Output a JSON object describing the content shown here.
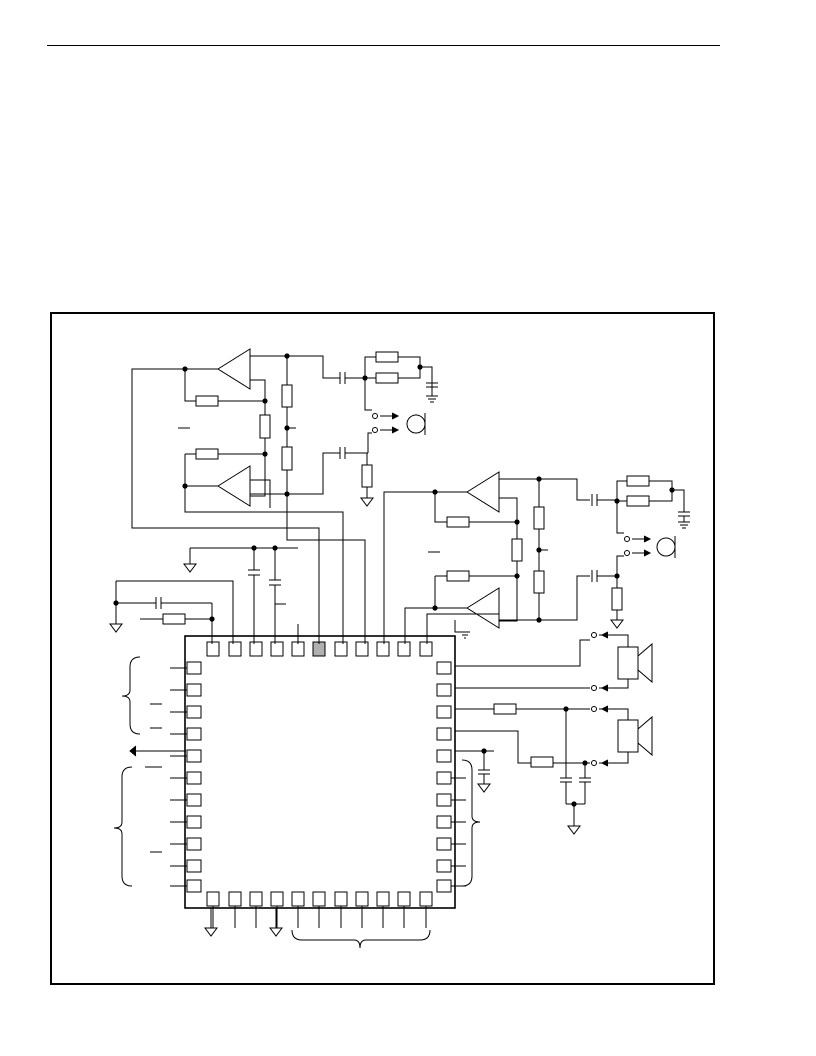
{
  "page": {
    "background": "#ffffff",
    "line_color": "#000000"
  },
  "diagram": {
    "kind": "circuit-schematic",
    "highlighted_pin_color": "#b0b0b0",
    "components": {
      "ic_package": 1,
      "op_amps": 4,
      "microphones": 2,
      "speakers": 2,
      "ground_symbols": 13
    }
  }
}
